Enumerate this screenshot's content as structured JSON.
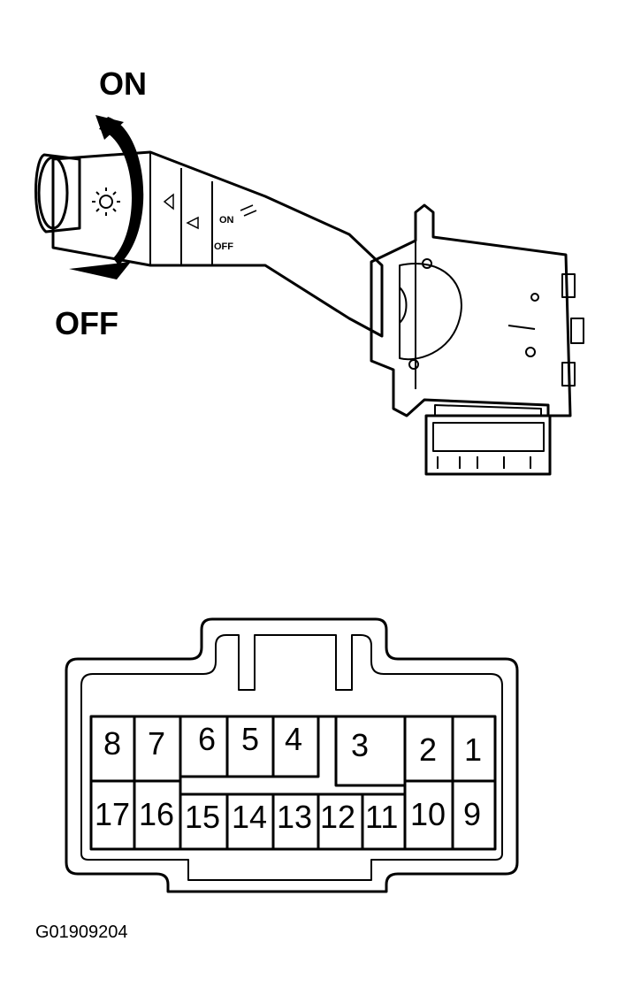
{
  "labels": {
    "on": "ON",
    "off": "OFF",
    "ring_on": "ON",
    "ring_off": "OFF",
    "figure_code": "G01909204"
  },
  "connector": {
    "top_row": [
      "8",
      "7",
      "6",
      "5",
      "4",
      "3",
      "2",
      "1"
    ],
    "bottom_row": [
      "17",
      "16",
      "15",
      "14",
      "13",
      "12",
      "11",
      "10",
      "9"
    ]
  },
  "icons": [
    "headlight-icon",
    "fog-light-icon",
    "rotation-arrow-icon"
  ]
}
